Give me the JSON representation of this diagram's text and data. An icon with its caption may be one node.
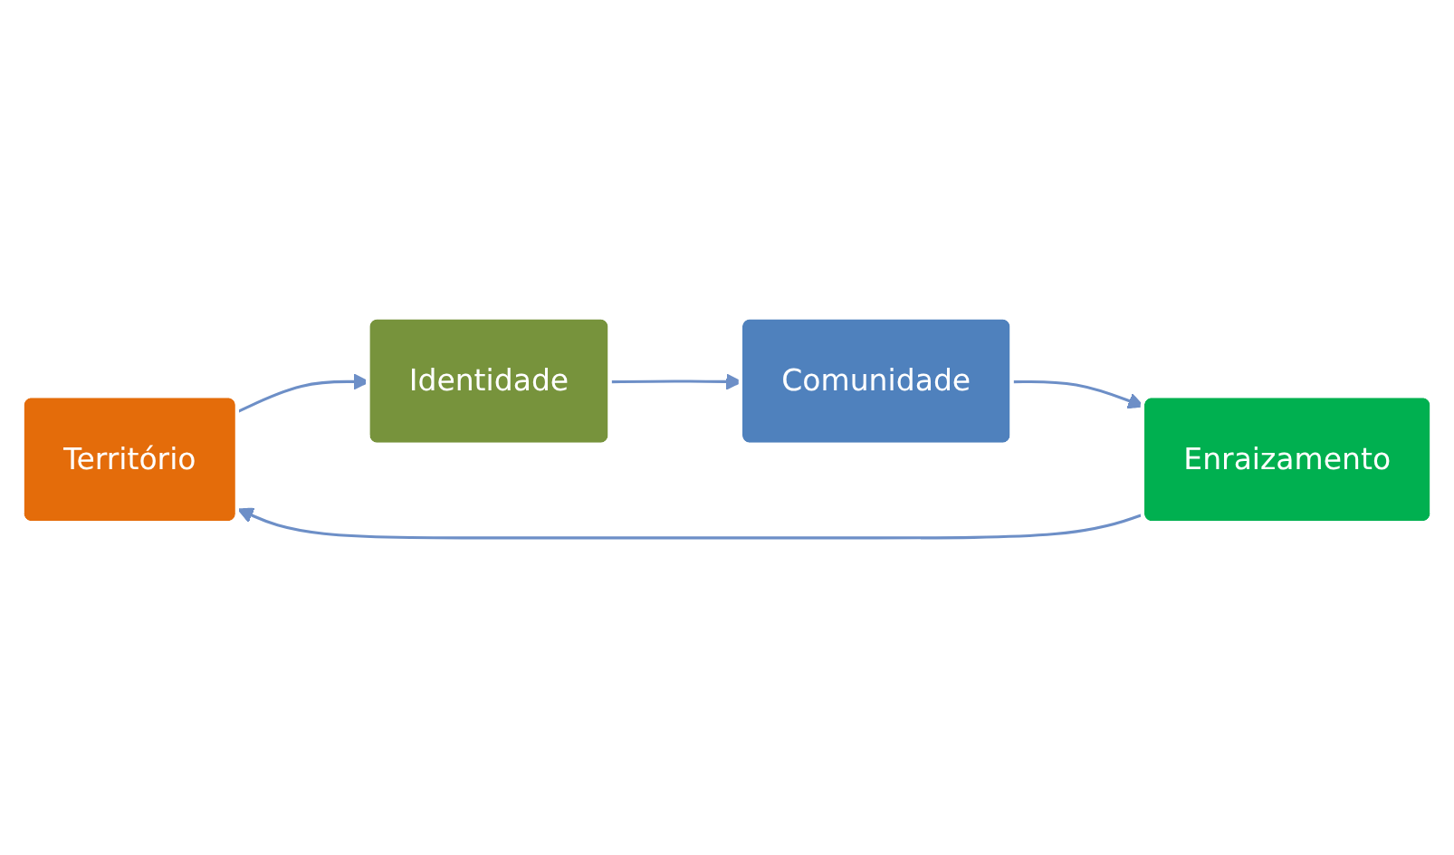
{
  "diagram": {
    "nodes": [
      {
        "text": [
          "Território"
        ]
      },
      {
        "text": [
          "Identidade"
        ]
      },
      {
        "text": [
          "Comunidade"
        ]
      },
      {
        "text": [
          "Enraizamento"
        ]
      }
    ],
    "edges": [
      {
        "from": 0,
        "to": 1,
        "arrow": "to"
      },
      {
        "from": 1,
        "to": 2,
        "arrow": "to"
      },
      {
        "from": 2,
        "to": 3,
        "arrow": "to"
      },
      {
        "from": 3,
        "to": 0,
        "arrow": "to"
      }
    ]
  }
}
